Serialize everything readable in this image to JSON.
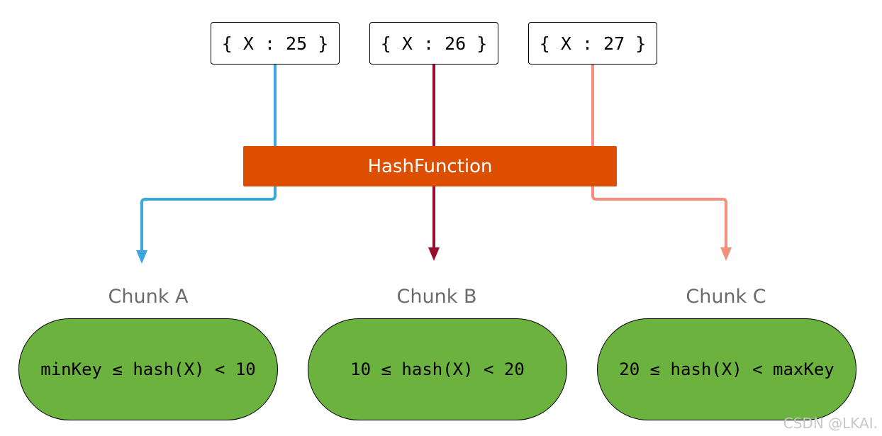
{
  "documents": [
    {
      "label": "{ X : 25 }",
      "color": "#3aa7de"
    },
    {
      "label": "{ X : 26 }",
      "color": "#9b0d2d"
    },
    {
      "label": "{ X : 27 }",
      "color": "#f58e7f"
    }
  ],
  "hash_function": {
    "label": "HashFunction",
    "color": "#de4e00"
  },
  "chunks": [
    {
      "title": "Chunk A",
      "range": "minKey ≤ hash(X) < 10"
    },
    {
      "title": "Chunk B",
      "range": "10 ≤ hash(X) < 20"
    },
    {
      "title": "Chunk C",
      "range": "20 ≤ hash(X) < maxKey"
    }
  ],
  "colors": {
    "chunk_fill": "#6cb23f",
    "chunk_label": "#6b6b6b"
  },
  "watermark": "CSDN @LKAI."
}
